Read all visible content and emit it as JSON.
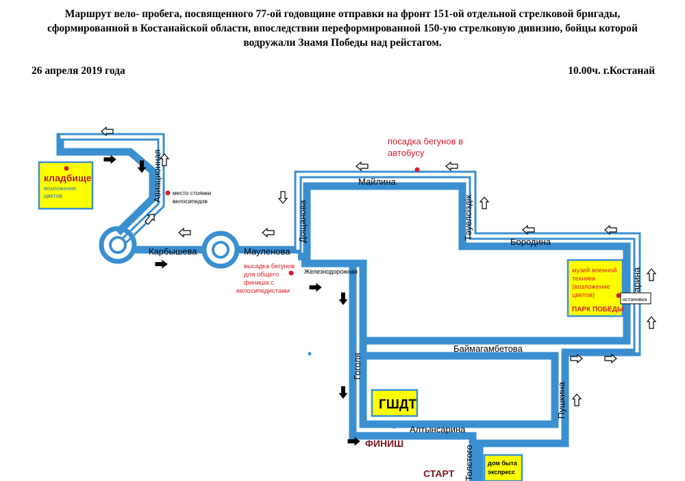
{
  "header": {
    "title_line1": "Маршрут вело- пробега, посвященного 77-ой годовщине отправки на фронт 151-ой отдельной стрелковой бригады,",
    "title_line2": "сформированной в Костанайской области, впоследствии переформированной 150-ую стрелковую дивизию, бойцы которой",
    "title_line3": "водружали Знамя Победы над рейстагом.",
    "date": "26 апреля 2019 года",
    "time_place": "10.00ч. г.Костанай"
  },
  "streets": {
    "aviatsionnaya": "Авиационная",
    "karbysheva": "Карбышева",
    "maulenova": "Мауленова",
    "doshchanova": "Дощанова",
    "mailina": "Майлина",
    "zheleznodorozhnaya": "Железнодорожная",
    "tauelsizdik": "Тәуелсіздік",
    "borodina": "Бородина",
    "gagarina": "Гагарина",
    "baimagambetova": "Баймагамбетова",
    "gogolya": "Гоголя",
    "pushkina": "Пушкина",
    "altynsarina": "Алтынсарина",
    "tolstogo": "Толстого"
  },
  "places": {
    "cemetery_title": "кладбище",
    "cemetery_line1": "возложение",
    "cemetery_line2": "цветов",
    "bike_parking_line1": "место стоянки",
    "bike_parking_line2": "велосипедов",
    "runners_boarding_line1": "посадка бегунов в",
    "runners_boarding_line2": "автобусу",
    "runners_drop_line1": "высадка бегунов",
    "runners_drop_line2": "для общего",
    "runners_drop_line3": "финиша с",
    "runners_drop_line4": "велосипедистами",
    "museum_line1": "музей военной",
    "museum_line2": "техники",
    "museum_line3": "(возложение",
    "museum_line4": "цветов)",
    "park": "ПАРК ПОБЕДЫ",
    "bus_stop": "остановка",
    "gshdt": "ГШДТ",
    "dom_byta_line1": "дом быта",
    "dom_byta_line2": "экспресс",
    "finish": "ФИНИШ",
    "start": "СТАРТ"
  },
  "colors": {
    "road": "#3a8fd1",
    "marker_red": "#d41c2c",
    "box_yellow": "#ffff00"
  }
}
